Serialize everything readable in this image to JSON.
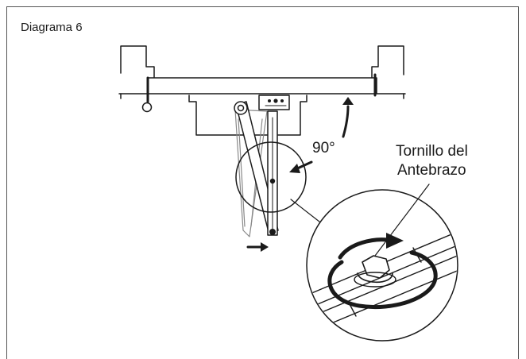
{
  "diagram": {
    "title": "Diagrama 6",
    "angle_label": "90°",
    "callout_line1": "Tornillo del",
    "callout_line2": "Antebrazo"
  },
  "colors": {
    "stroke": "#1a1a1a",
    "panel": "#ffffff"
  }
}
